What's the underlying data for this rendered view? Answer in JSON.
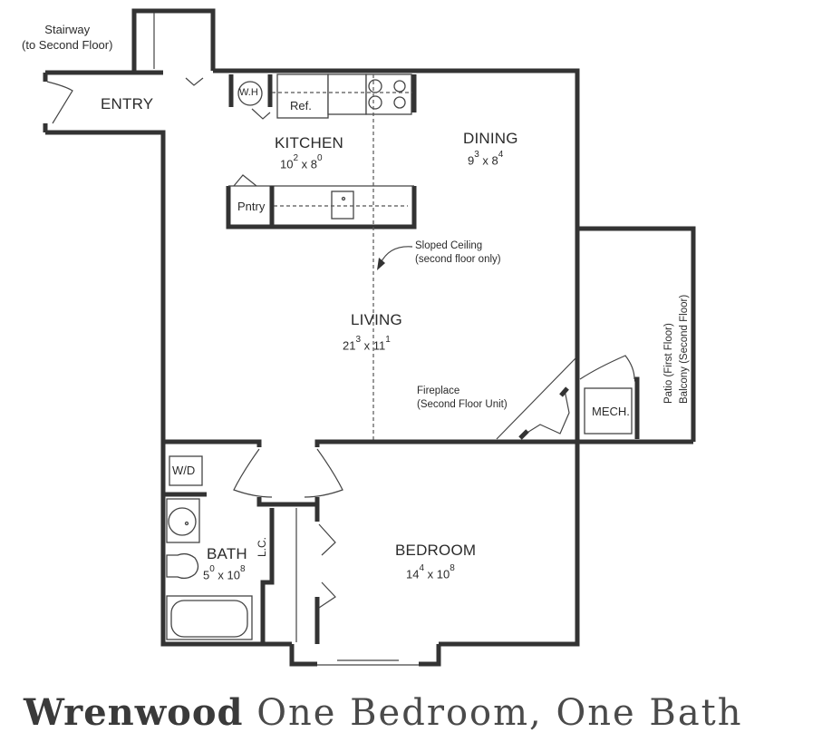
{
  "title": {
    "brand": "Wrenwood",
    "subtitle": "One Bedroom, One Bath"
  },
  "rooms": {
    "entry": {
      "label": "ENTRY"
    },
    "kitchen": {
      "label": "KITCHEN",
      "dim_a": "10",
      "dim_a_sup": "2",
      "dim_b": "8",
      "dim_b_sup": "0"
    },
    "dining": {
      "label": "DINING",
      "dim_a": "9",
      "dim_a_sup": "3",
      "dim_b": "8",
      "dim_b_sup": "4"
    },
    "living": {
      "label": "LIVING",
      "dim_a": "21",
      "dim_a_sup": "3",
      "dim_b": "11",
      "dim_b_sup": "1"
    },
    "bedroom": {
      "label": "BEDROOM",
      "dim_a": "14",
      "dim_a_sup": "4",
      "dim_b": "10",
      "dim_b_sup": "8"
    },
    "bath": {
      "label": "BATH",
      "dim_a": "5",
      "dim_a_sup": "0",
      "dim_b": "10",
      "dim_b_sup": "8"
    }
  },
  "fixtures": {
    "water_heater": "W.H",
    "refrigerator": "Ref.",
    "pantry": "Pntry",
    "washer_dryer": "W/D",
    "linen_closet": "L.C.",
    "mechanical": "MECH."
  },
  "notes": {
    "stairway_line1": "Stairway",
    "stairway_line2": "(to Second Floor)",
    "sloped_line1": "Sloped Ceiling",
    "sloped_line2": "(second floor only)",
    "fireplace_line1": "Fireplace",
    "fireplace_line2": "(Second Floor Unit)",
    "patio_line1": "Patio (First Floor)",
    "patio_line2": "Balcony (Second Floor)",
    "dim_separator": "x"
  }
}
